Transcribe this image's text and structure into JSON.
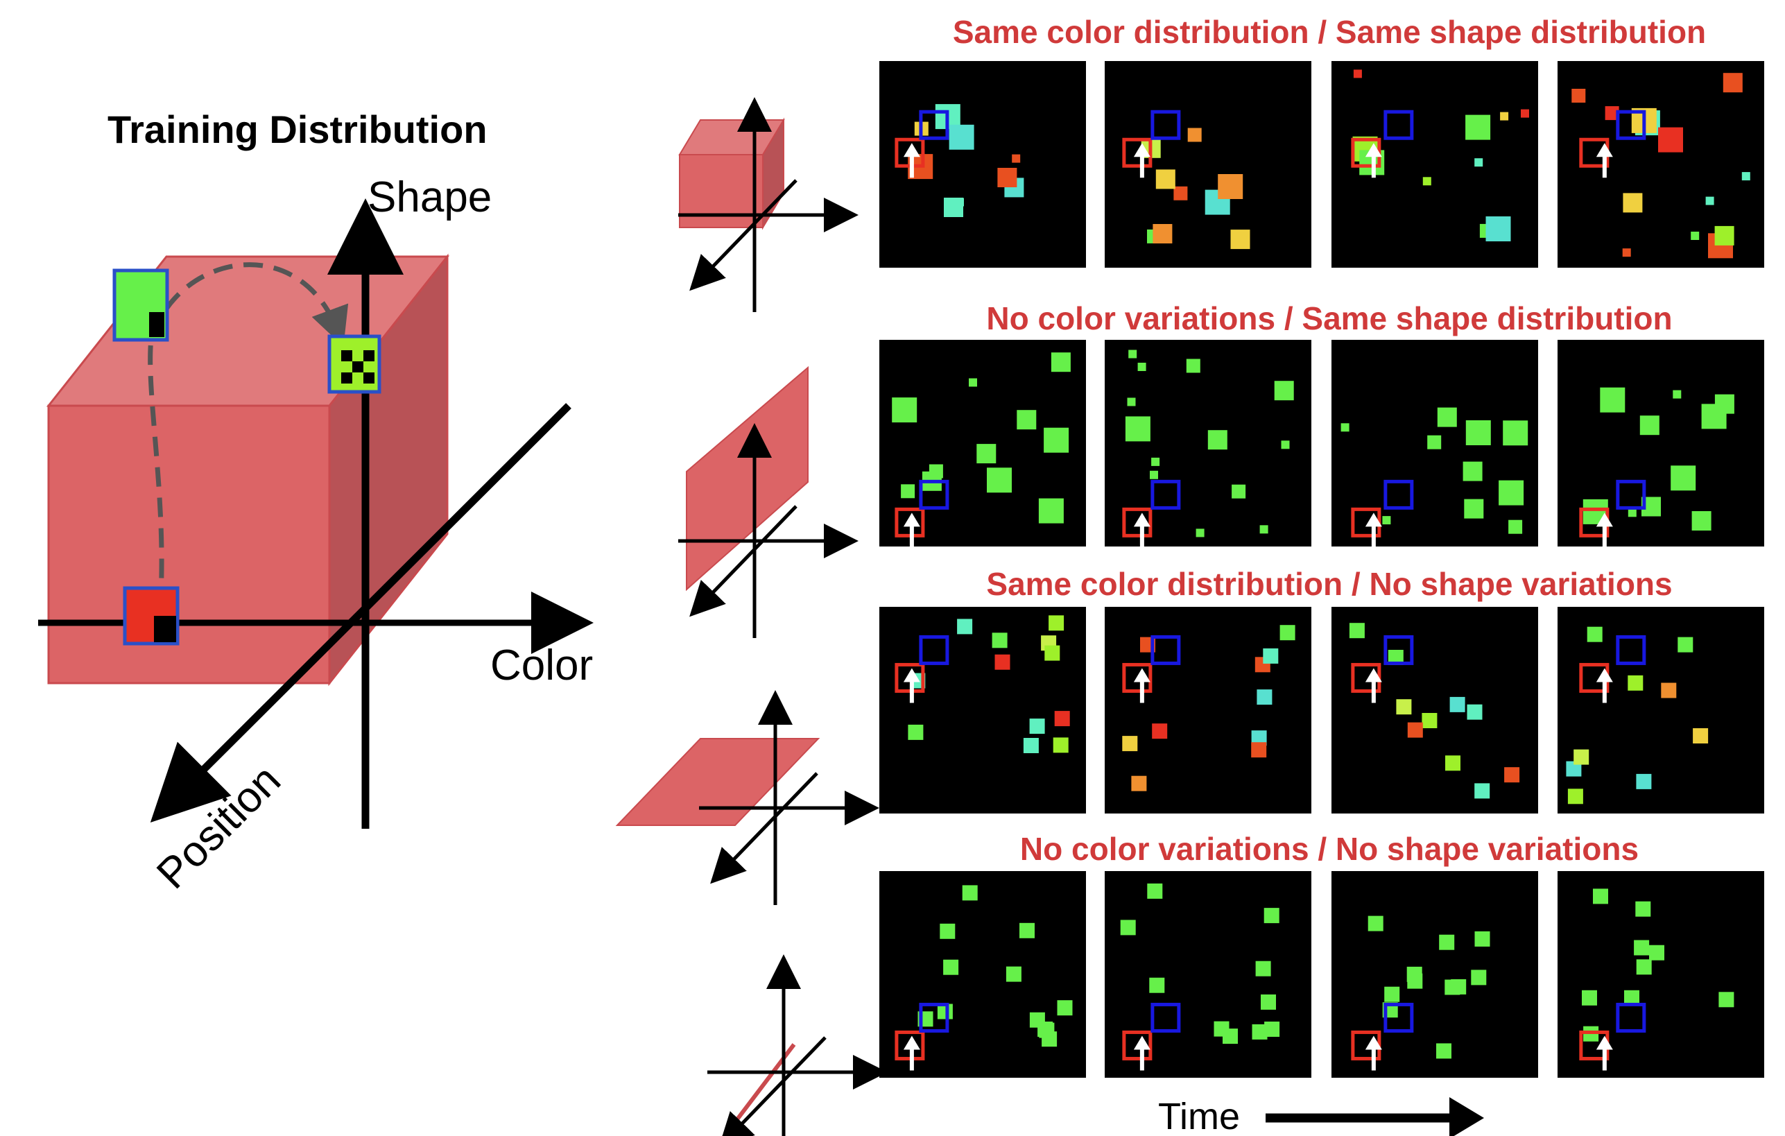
{
  "colors": {
    "accent_red": "#d03a3a",
    "volume_fill": "#d9575b",
    "grid_green": "#66f04a",
    "target_blue": "#1818e0",
    "target_red": "#e83022"
  },
  "left": {
    "title": "Training Distribution",
    "axis_shape": "Shape",
    "axis_color": "Color",
    "axis_position": "Position"
  },
  "rows": [
    {
      "title": "Same color distribution / Same shape distribution",
      "icon": "cube-icon"
    },
    {
      "title": "No color variations / Same shape distribution",
      "icon": "vertical-plane-icon"
    },
    {
      "title": "Same color distribution / No shape variations",
      "icon": "horizontal-plane-icon"
    },
    {
      "title": "No color variations / No shape variations",
      "icon": "line-icon"
    }
  ],
  "time_label": "Time"
}
